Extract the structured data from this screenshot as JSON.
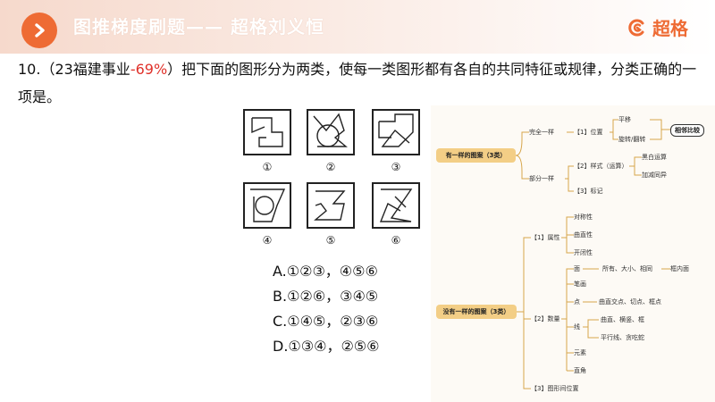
{
  "header": {
    "title": "图推梯度刷题—— 超格刘义恒",
    "brand": "超格"
  },
  "question": {
    "number": "10.（23福建事业",
    "rate": "-69%",
    "text": "）把下面的图形分为两类，使每一类图形都有各自的共同特征或规律，分类正确的一项是。"
  },
  "figures": [
    "①",
    "②",
    "③",
    "④",
    "⑤",
    "⑥"
  ],
  "options": [
    "A.①②③，④⑤⑥",
    "B.①②⑥，③④⑤",
    "C.①④⑤，②③⑥",
    "D.①③④，②⑤⑥"
  ],
  "mindmap": {
    "same_pattern": "有一样的图案（3类）",
    "fully_same": "完全一样",
    "position": "【1】位置",
    "translate": "平移",
    "rotate_flip": "旋转/翻转",
    "adjacent_compare": "相邻比较",
    "partly_same": "部分一样",
    "style": "【2】样式（运算）",
    "bw_op": "黑白运算",
    "add_sub": "加减同异",
    "mark": "【3】标记",
    "no_same_pattern": "没有一样的图案（3类）",
    "attribute": "【1】属性",
    "symmetry": "对称性",
    "curvature": "曲直性",
    "openness": "开闭性",
    "quantity": "【2】数量",
    "face": "面",
    "face_detail": "所有、大小、相同",
    "inner_face": "框内面",
    "stroke": "笔画",
    "point": "点",
    "point_detail": "曲直交点、切点、框点",
    "line": "线",
    "line_detail": "曲直、横竖、框",
    "line_detail2": "平行线、贪吃蛇",
    "element": "元素",
    "right_angle": "直角",
    "relation": "【3】图形间位置"
  }
}
